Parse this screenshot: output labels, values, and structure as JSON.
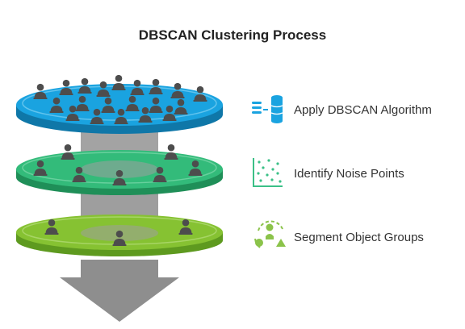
{
  "title": "DBSCAN Clustering Process",
  "steps": [
    {
      "label": "Apply DBSCAN Algorithm",
      "icon": "database-algorithm-icon",
      "color": "#1aa3e0"
    },
    {
      "label": "Identify Noise Points",
      "icon": "scatter-noise-icon",
      "color": "#3bc087"
    },
    {
      "label": "Segment Object Groups",
      "icon": "shapes-group-icon",
      "color": "#8bc34a"
    }
  ],
  "colors": {
    "layer1": "#1aa3e0",
    "layer2": "#33bb7a",
    "layer3": "#86c232",
    "column": "#9e9e9e",
    "arrow": "#8e8e8e",
    "person": "#4d4d4d"
  }
}
